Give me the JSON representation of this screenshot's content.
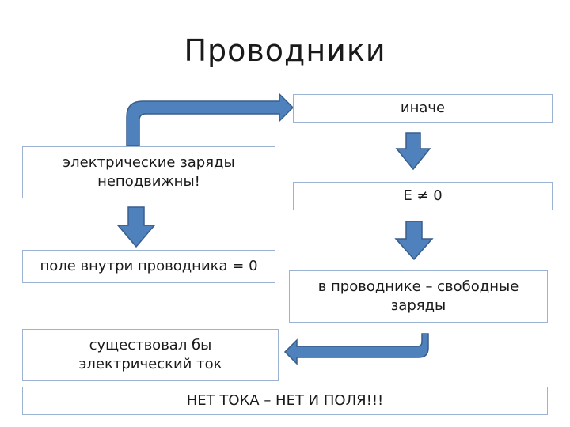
{
  "title": "Проводники",
  "boxes": {
    "charges_static": "электрические заряды\nнеподвижны!",
    "field_inside": "поле внутри проводника = 0",
    "current_would_exist": "существовал бы\nэлектрический ток",
    "otherwise": "иначе",
    "e_not_zero": "E ≠ 0",
    "free_charges": "в проводнике – свободные\nзаряды",
    "conclusion": "НЕТ ТОКА – НЕТ И ПОЛЯ!!!"
  },
  "colors": {
    "arrow_fill": "#4f81bd",
    "arrow_stroke": "#385d8a",
    "box_border": "#9bb3d0"
  }
}
